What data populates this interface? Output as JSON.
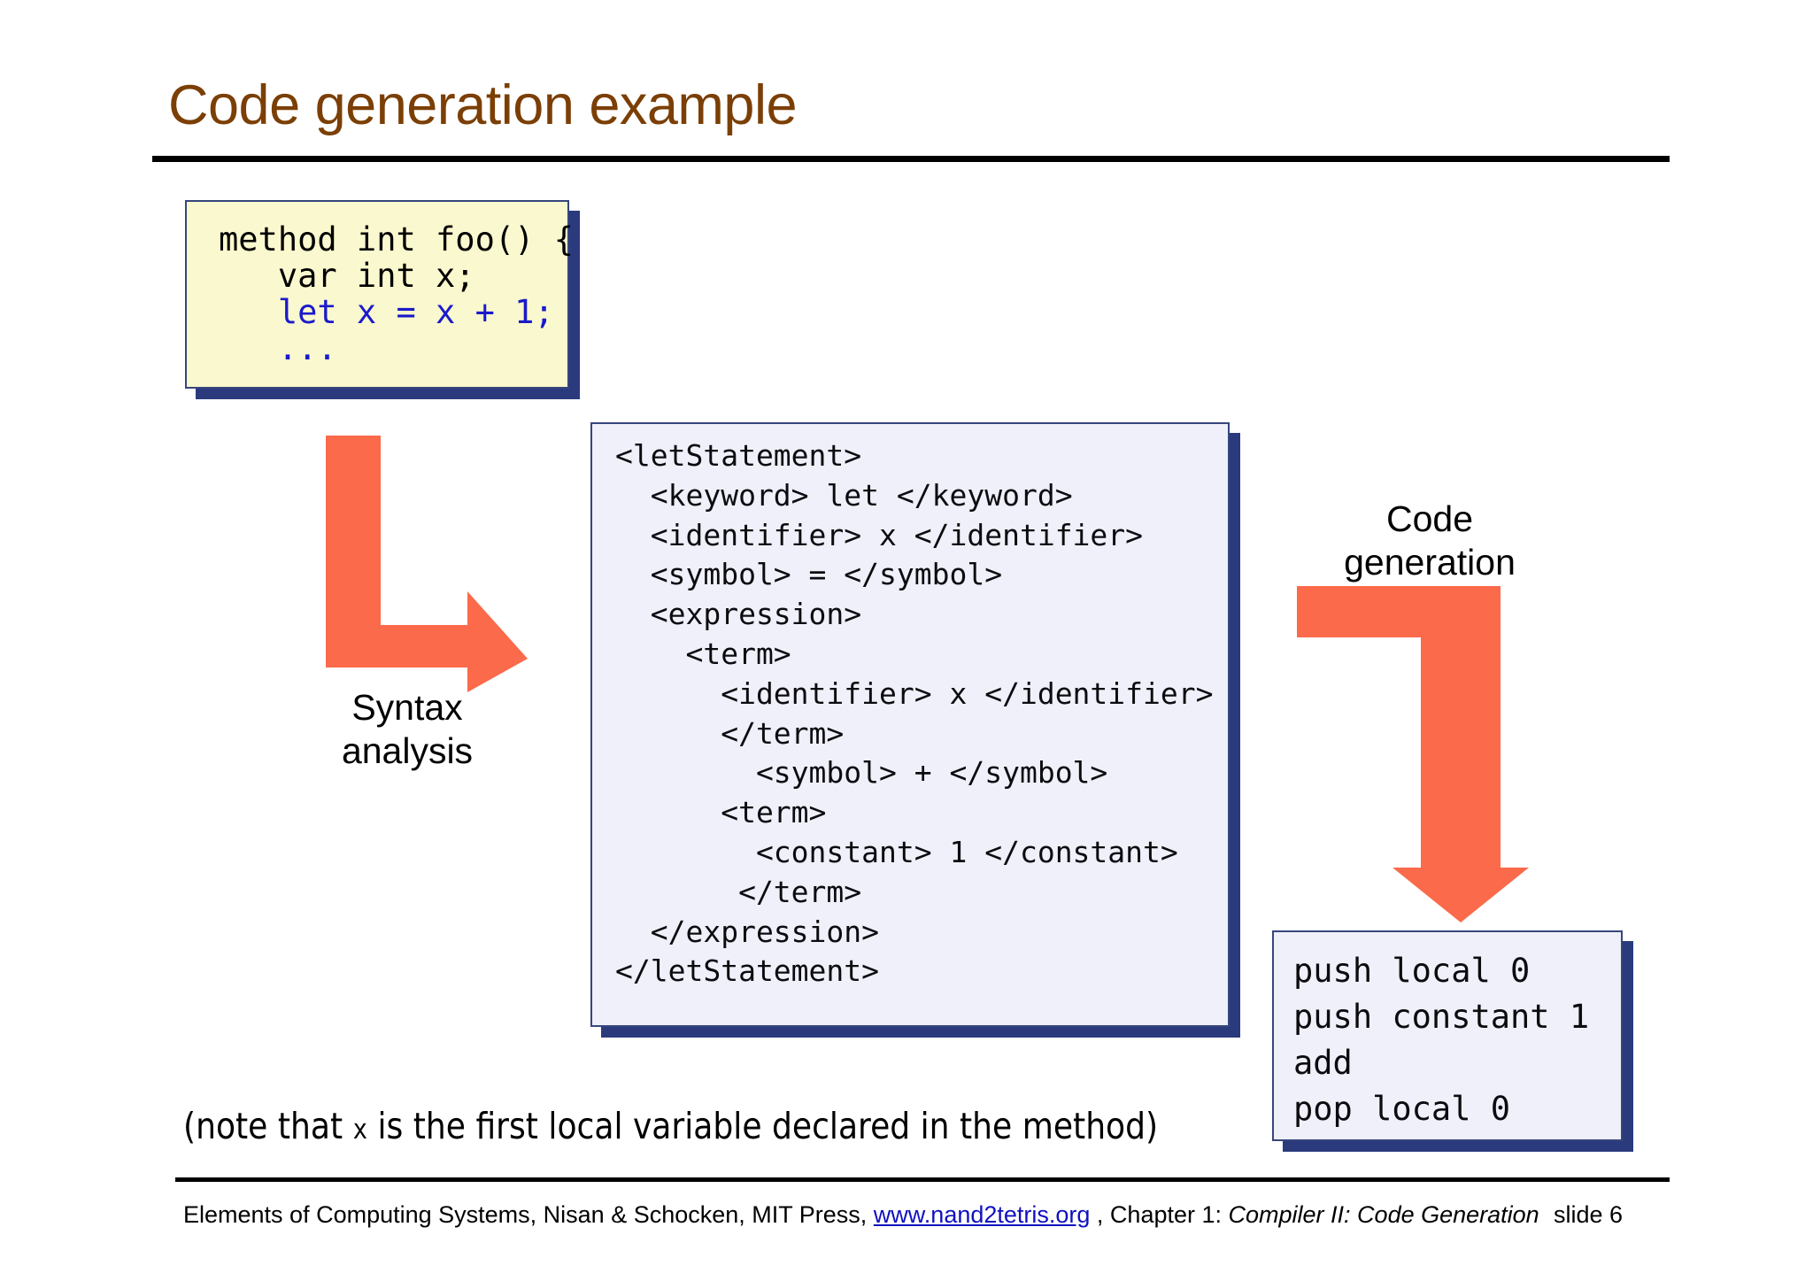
{
  "slide": {
    "title": "Code generation example",
    "title_color": "#7B3F05",
    "background": "#ffffff"
  },
  "jack_code_box": {
    "name": "jack-source-code",
    "fill": "#FAF8CE",
    "border": "#37467E",
    "shadow": "#2B3A7C",
    "lines": [
      {
        "text": "method int foo() {",
        "color": "#000000"
      },
      {
        "text": "   var int x;",
        "color": "#000000"
      },
      {
        "text": "   let x = x + 1;",
        "color": "#1A1ACB"
      },
      {
        "text": "   ...",
        "color": "#1A1ACB"
      }
    ]
  },
  "xml_box": {
    "name": "parse-tree-xml",
    "fill": "#F0F0FA",
    "border": "#37467E",
    "shadow": "#2B3A7C",
    "lines": [
      "<letStatement>",
      "  <keyword> let </keyword>",
      "  <identifier> x </identifier>",
      "  <symbol> = </symbol>",
      "  <expression>",
      "    <term>",
      "      <identifier> x </identifier>",
      "      </term>",
      "        <symbol> + </symbol>",
      "      <term>",
      "        <constant> 1 </constant>",
      "       </term>",
      "  </expression>",
      "</letStatement>"
    ]
  },
  "vm_box": {
    "name": "vm-code-output",
    "fill": "#F0F0FA",
    "border": "#37467E",
    "shadow": "#2B3A7C",
    "lines": [
      "push local 0",
      "push constant 1",
      "add",
      "pop local 0"
    ]
  },
  "arrows": {
    "color": "#FB6A4A",
    "syntax": {
      "label_line1": "Syntax",
      "label_line2": "analysis",
      "direction": "down-then-right"
    },
    "codegen": {
      "label_line1": "Code",
      "label_line2": "generation",
      "direction": "right-then-down"
    }
  },
  "note": {
    "prefix": "(note that ",
    "variable": "x",
    "suffix": " is the first local variable declared in the method)"
  },
  "footer": {
    "before_link": "Elements of Computing Systems, Nisan & Schocken, MIT Press, ",
    "link": "www.nand2tetris.org",
    "after_link": " , Chapter 1: ",
    "chapter_title": "Compiler II: Code Generation",
    "slide_number": "slide 6",
    "link_color": "#1010C0"
  }
}
